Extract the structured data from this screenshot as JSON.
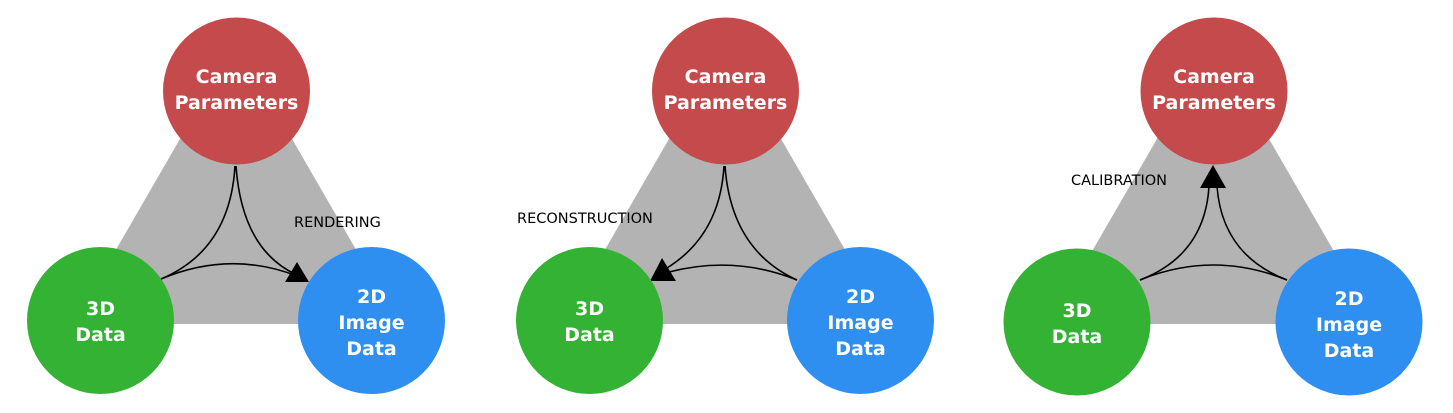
{
  "colors": {
    "camera": "#c44a4c",
    "data3d": "#33b233",
    "image2d": "#2e8ff0",
    "triangle": "#b3b3b3",
    "arrow": "#000000"
  },
  "nodes": {
    "camera": {
      "line1": "Camera",
      "line2": "Parameters"
    },
    "data3d": {
      "line1": "3D",
      "line2": "Data"
    },
    "image2d": {
      "line1": "2D",
      "line2": "Image",
      "line3": "Data"
    }
  },
  "diagrams": [
    {
      "label": "RENDERING",
      "arrow_target": "2D Image Data"
    },
    {
      "label": "RECONSTRUCTION",
      "arrow_target": "3D Data"
    },
    {
      "label": "CALIBRATION",
      "arrow_target": "Camera Parameters"
    }
  ]
}
